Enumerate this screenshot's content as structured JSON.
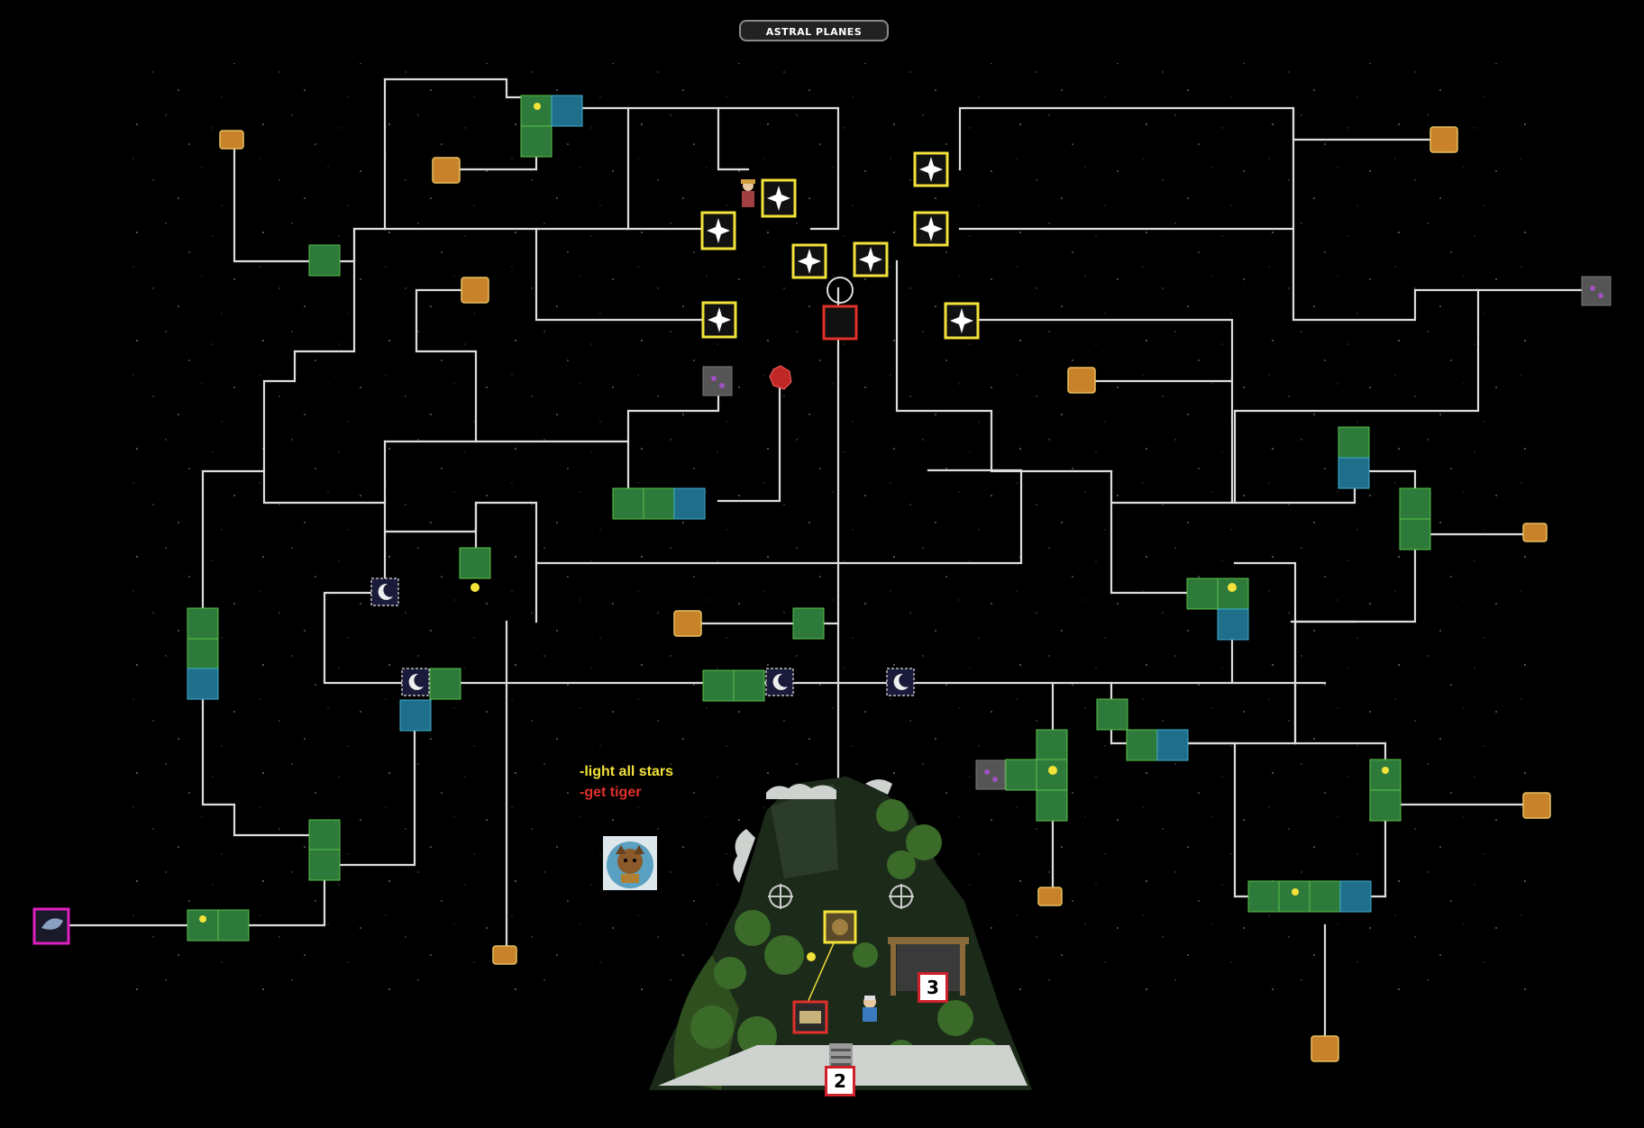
{
  "title": "ASTRAL PLANES",
  "legend": {
    "line1": "-light all stars",
    "line2": "-get tiger"
  },
  "badges": {
    "two": "2",
    "three": "3"
  },
  "icons": {
    "star": "star-tile-icon",
    "chest": "treasure-chest-icon",
    "grass": "grass-tile-icon",
    "water": "water-tile-icon",
    "moon": "moon-tile-icon",
    "rock": "purple-rock-icon",
    "crystal": "red-crystal-icon",
    "player": "player-character-icon",
    "tiger": "tiger-portrait-icon",
    "portal": "portal-icon"
  },
  "colors": {
    "path": "#dcdcdc",
    "star_highlight": "#f2e23a",
    "target_highlight": "#e0302a",
    "portal_highlight": "#e020c0",
    "background": "#000000"
  }
}
